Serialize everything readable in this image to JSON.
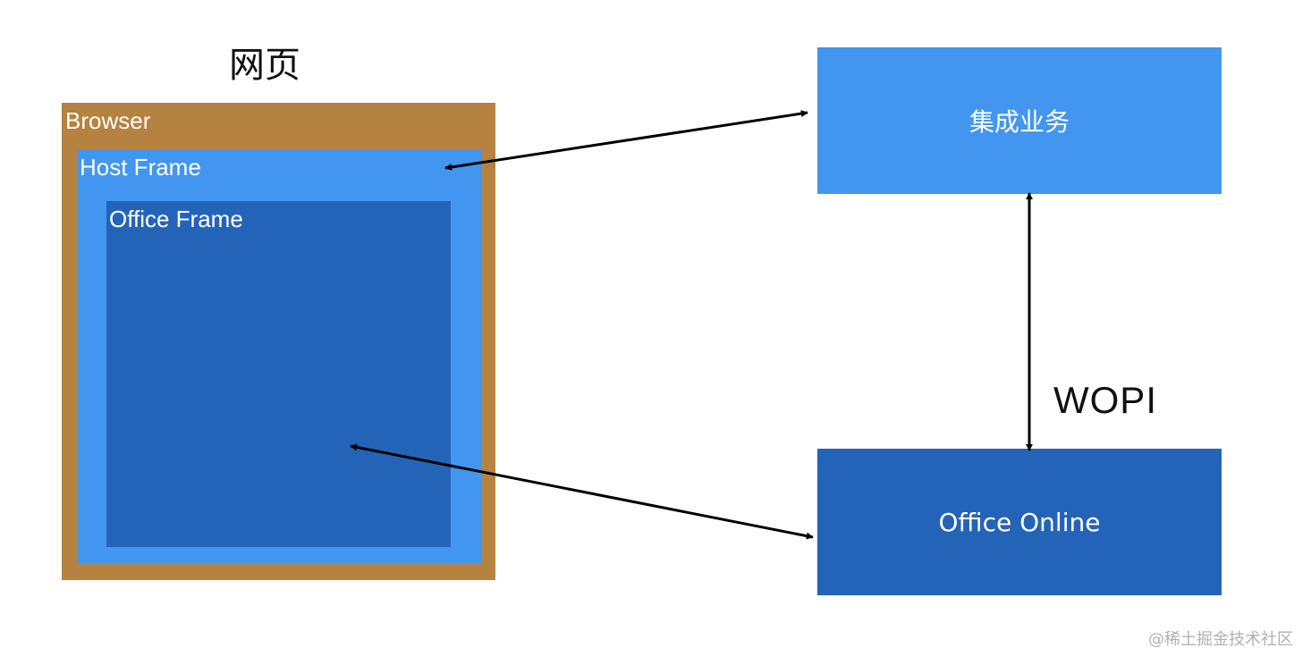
{
  "title": "网页",
  "colors": {
    "browser": "#B58240",
    "host_frame": "#4296F0",
    "office_frame": "#2464B8",
    "service": "#4296F0",
    "office_online": "#2464B8",
    "arrow": "#000000"
  },
  "boxes": {
    "browser": "Browser",
    "host_frame": "Host Frame",
    "office_frame": "Office Frame",
    "service": "集成业务",
    "office_online": "Office Online"
  },
  "edges": {
    "wopi": "WOPI"
  },
  "watermark": "@稀土掘金技术社区"
}
